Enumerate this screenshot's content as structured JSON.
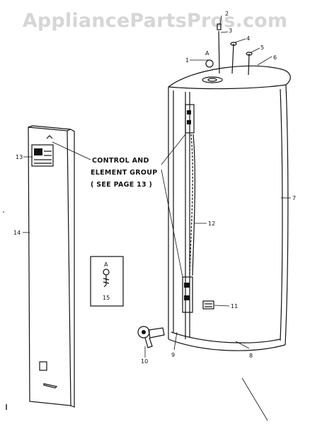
{
  "watermark": "AppliancePartsPros.com",
  "callouts": {
    "c1": "1",
    "c2": "2",
    "c3": "3",
    "c4": "4",
    "c5": "5",
    "c6": "6",
    "c7": "7",
    "c8": "8",
    "c9": "9",
    "c10": "10",
    "c11": "11",
    "c12": "12",
    "c13": "13",
    "c14": "14",
    "c15": "15",
    "top_a": "A",
    "inset_a": "A"
  },
  "group_label": {
    "line1": "CONTROL AND",
    "line2": "ELEMENT GROUP",
    "line3": "( SEE PAGE 13 )"
  }
}
